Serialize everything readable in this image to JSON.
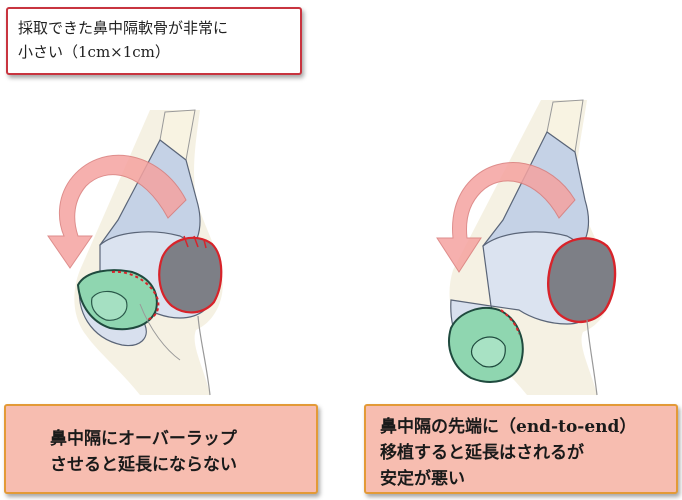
{
  "top_callout": {
    "line1": "採取できた鼻中隔軟骨が非常に",
    "line2": "小さい（1cm×1cm）"
  },
  "left_panel": {
    "line1": "鼻中隔にオーバーラップ",
    "line2": "させると延長にならない"
  },
  "right_panel": {
    "line1": "鼻中隔の先端に（end-to-end）",
    "line2": "移植すると延長はされるが",
    "line3": "安定が悪い"
  },
  "colors": {
    "callout_border": "#c8343f",
    "panel_fill": "#f7bdb0",
    "panel_border": "#e39a37",
    "arrow_fill": "#f5a3a0",
    "graft_green": "#8fd6b0",
    "septum_gray": "#7d7f86",
    "outline_red": "#d8232a"
  }
}
